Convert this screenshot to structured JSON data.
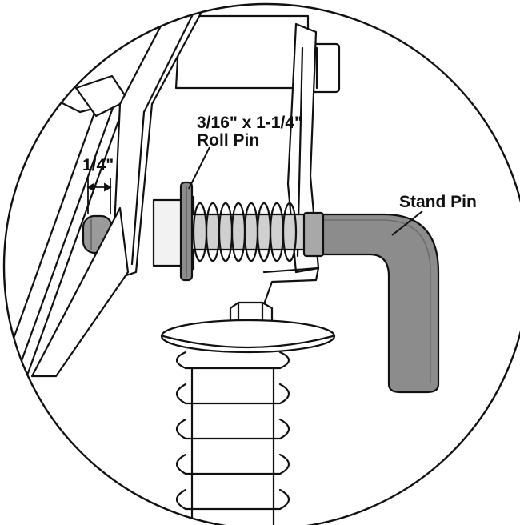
{
  "labels": {
    "roll_pin_size": "3/16\" x 1-1/4\"",
    "roll_pin_name": "Roll Pin",
    "gap_dimension": "1/4\"",
    "stand_pin": "Stand Pin"
  },
  "colors": {
    "line": "#111111",
    "pin_gray": "#8c8c8c",
    "pin_dark": "#6b6b6b",
    "shade": "#dedede",
    "background": "#ffffff"
  }
}
